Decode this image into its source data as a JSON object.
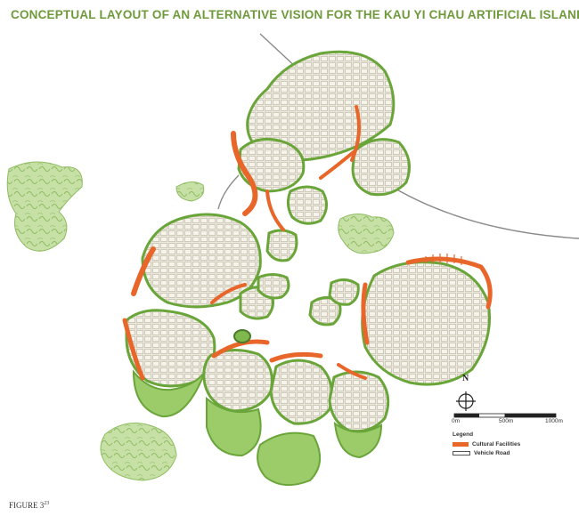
{
  "title": "CONCEPTUAL LAYOUT OF AN ALTERNATIVE VISION FOR THE KAU YI CHAU ARTIFICIAL ISLANDS",
  "figure_label": "FIGURE 3",
  "figure_superscript": "23",
  "compass": {
    "label": "N"
  },
  "scale_bar": {
    "ticks": [
      "0m",
      "500m",
      "1000m"
    ]
  },
  "legend": {
    "title": "Legend",
    "items": [
      {
        "label": "Cultural Facilities",
        "color": "#e8662a"
      },
      {
        "label": "Vehicle Road",
        "color": "#ffffff"
      }
    ]
  },
  "colors": {
    "title": "#6f9a3c",
    "green_edge": "#6aa53a",
    "green_fill": "#a9cf7c",
    "urban_fill": "#e9e5d8",
    "cultural": "#e8662a",
    "road": "#8a8a8a"
  }
}
